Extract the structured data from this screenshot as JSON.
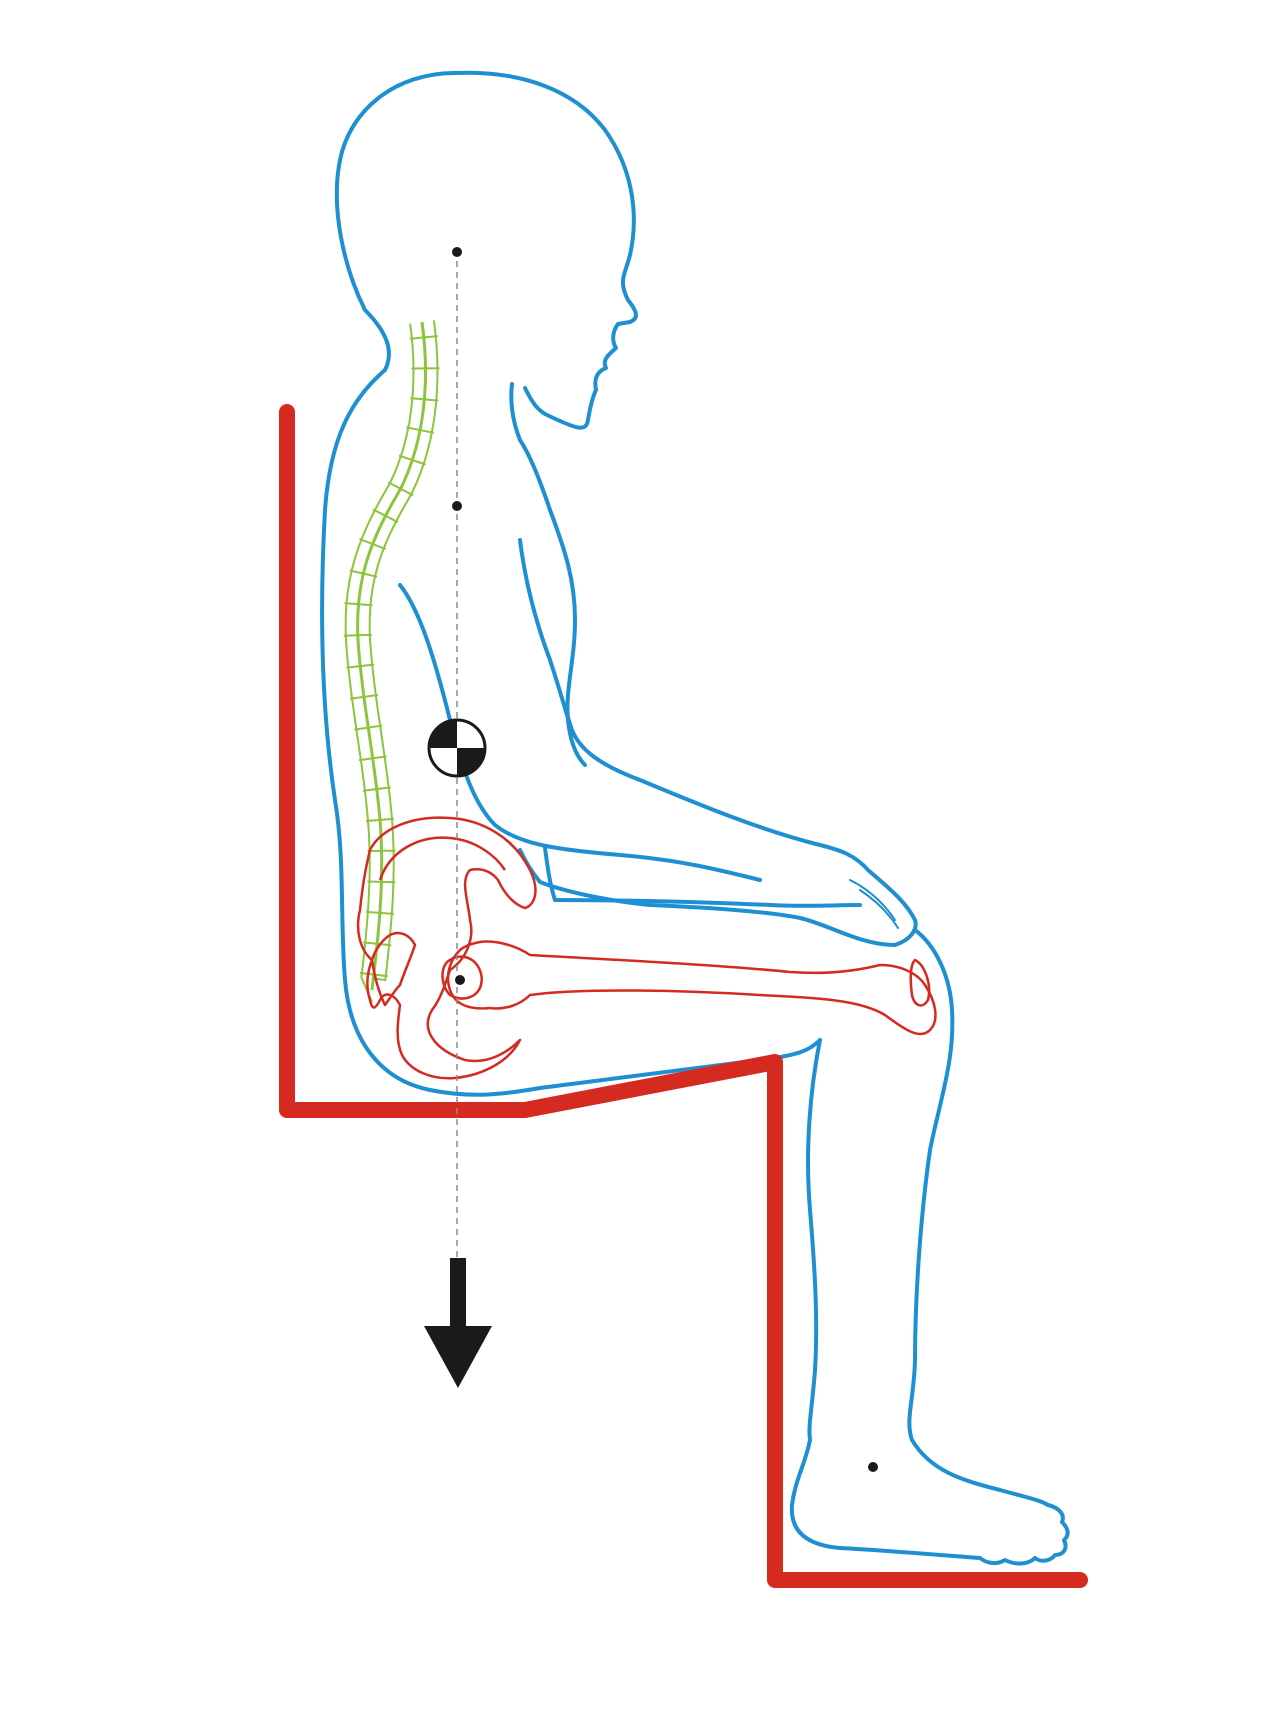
{
  "figure": {
    "background": "#ffffff",
    "colors": {
      "body_outline": "#1e90d2",
      "chair": "#d42a20",
      "skeleton": "#d42a20",
      "spine": "#8cc43c",
      "marker": "#1a1a1a",
      "plumb_line": "#8a8a8a"
    },
    "elements": [
      "body-outline",
      "chair",
      "spine",
      "pelvis",
      "femur",
      "plumb-line",
      "center-of-mass-icon",
      "gravity-arrow-icon"
    ]
  }
}
